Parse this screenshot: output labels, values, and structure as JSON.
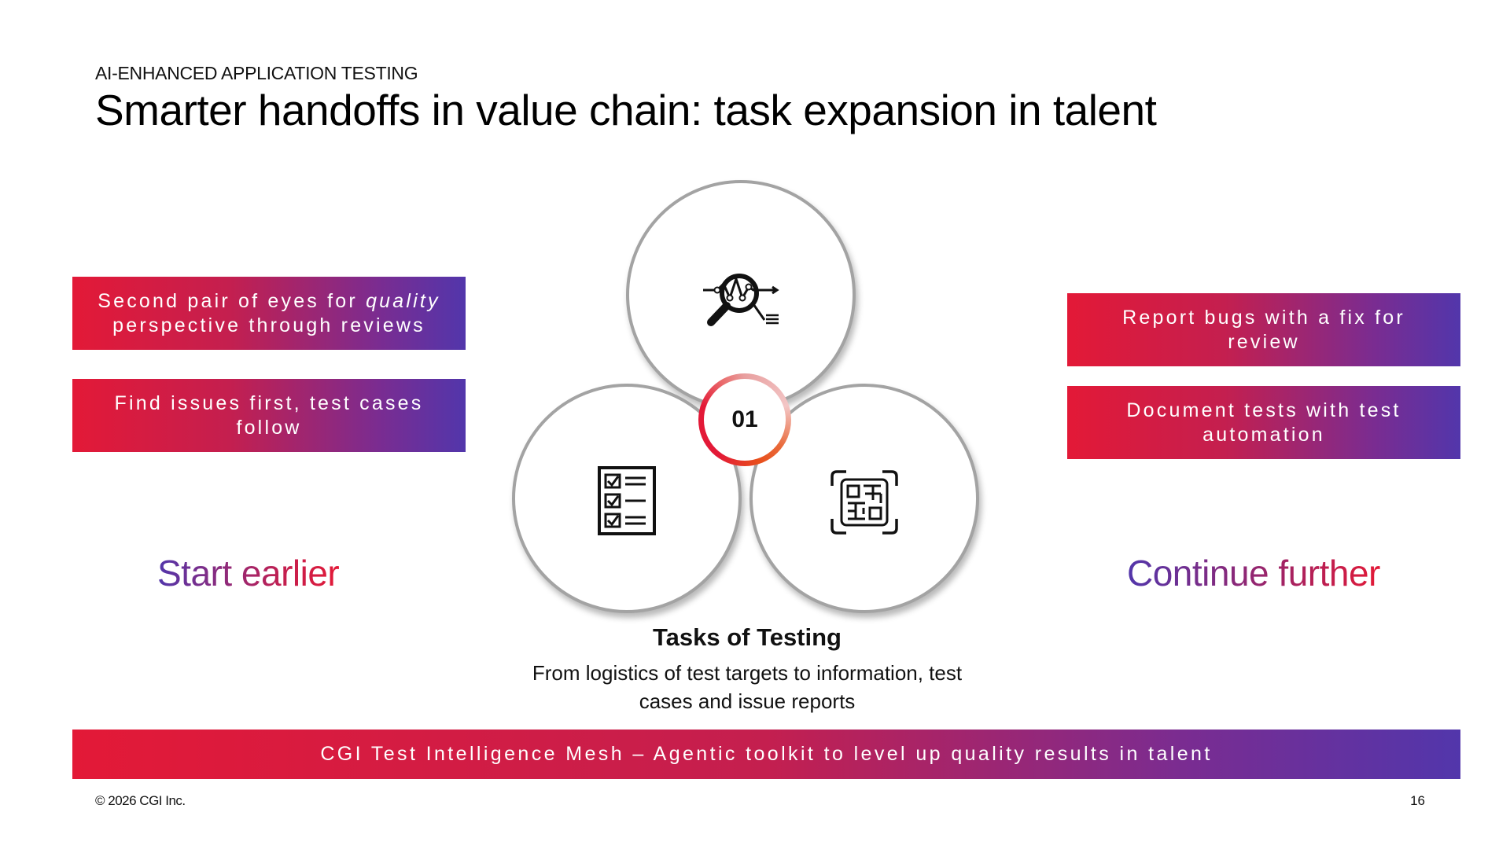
{
  "header": {
    "eyebrow": "AI-ENHANCED APPLICATION TESTING",
    "title": "Smarter handoffs in value chain: task expansion in talent"
  },
  "left": {
    "box1": {
      "before": "Second pair of eyes for ",
      "emphasis": "quality",
      "after": " perspective through reviews"
    },
    "box2": "Find issues first, test cases follow",
    "heading": "Start earlier"
  },
  "right": {
    "box1": "Report bugs with a fix for review",
    "box2": "Document tests with test automation",
    "heading": "Continue further"
  },
  "center": {
    "badge": "01",
    "title": "Tasks of Testing",
    "description": "From logistics of test targets to information, test cases and issue reports",
    "icons": [
      "analysis-magnifier-icon",
      "checklist-icon",
      "qr-code-scan-icon"
    ]
  },
  "banner": "CGI Test Intelligence Mesh – Agentic toolkit to level up quality results in talent",
  "footer": {
    "copyright": "© 2026 CGI Inc.",
    "page_number": "16"
  },
  "colors": {
    "red": "#e31937",
    "purple": "#5236ab",
    "circle_border": "#a3a3a3"
  }
}
